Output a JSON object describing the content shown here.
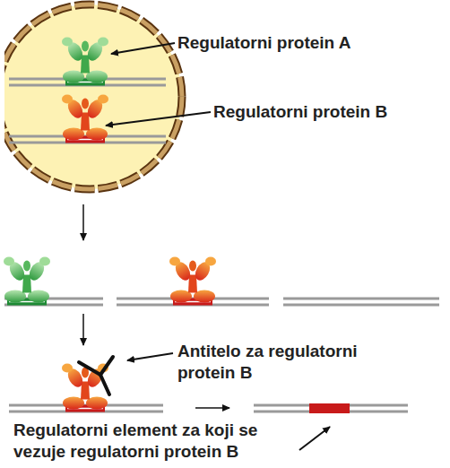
{
  "diagram": {
    "labels": [
      "Regulatorni protein A",
      "Regulatorni protein B",
      "Antitelo za regulatorni protein B",
      "Regulatorni element za koji se vezuje regulatorni protein B"
    ]
  }
}
